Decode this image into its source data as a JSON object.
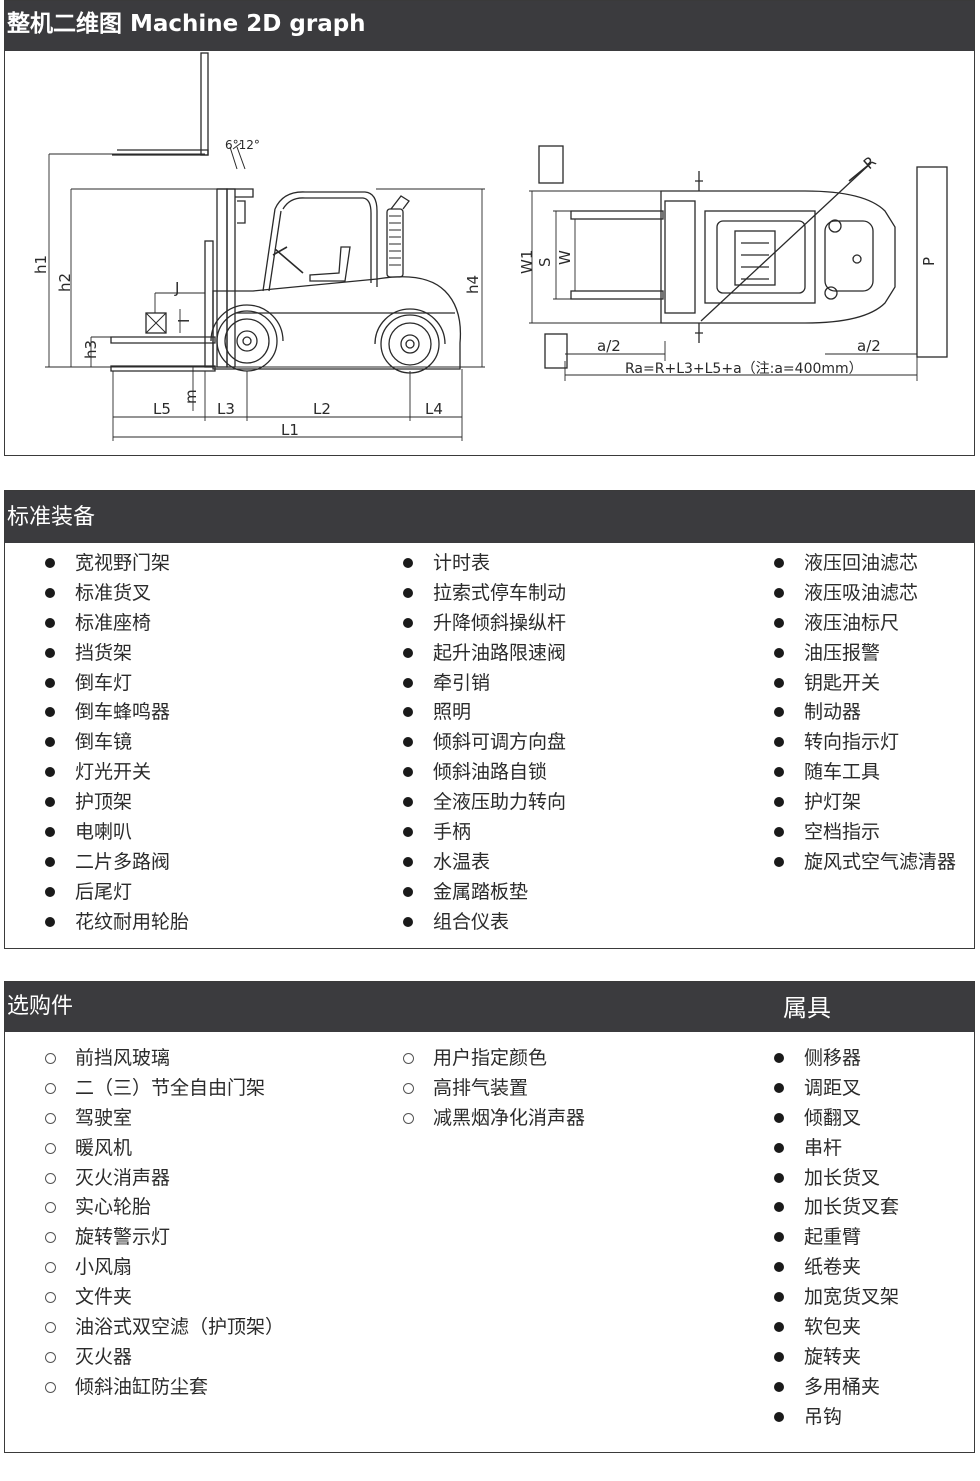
{
  "header": {
    "title": "整机二维图 Machine 2D graph"
  },
  "diagram": {
    "side_labels": [
      "h1",
      "h2",
      "h3",
      "h4",
      "J",
      "I",
      "m",
      "L5",
      "L3",
      "L2",
      "L4",
      "L1"
    ],
    "angle_label": "6°12°",
    "top_labels": [
      "W1",
      "S",
      "W",
      "P",
      "R",
      "a/2",
      "a/2"
    ],
    "ra_formula": "Ra=R+L3+L5+a（注:a=400mm）"
  },
  "standard": {
    "title": "标准装备",
    "col1": [
      "宽视野门架",
      "标准货叉",
      "标准座椅",
      "挡货架",
      "倒车灯",
      "倒车蜂鸣器",
      "倒车镜",
      "灯光开关",
      "护顶架",
      "电喇叭",
      "二片多路阀",
      "后尾灯",
      "花纹耐用轮胎"
    ],
    "col2": [
      "计时表",
      "拉索式停车制动",
      "升降倾斜操纵杆",
      "起升油路限速阀",
      "牵引销",
      "照明",
      "倾斜可调方向盘",
      "倾斜油路自锁",
      "全液压助力转向",
      "手柄",
      "水温表",
      "金属踏板垫",
      "组合仪表"
    ],
    "col3": [
      "液压回油滤芯",
      "液压吸油滤芯",
      "液压油标尺",
      "油压报警",
      "钥匙开关",
      "制动器",
      "转向指示灯",
      "随车工具",
      "护灯架",
      "空档指示",
      "旋风式空气滤清器"
    ]
  },
  "options": {
    "title": "选购件",
    "attachments_title": "属具",
    "col1": [
      "前挡风玻璃",
      "二（三）节全自由门架",
      "驾驶室",
      "暖风机",
      "灭火消声器",
      "实心轮胎",
      "旋转警示灯",
      "小风扇",
      "文件夹",
      "油浴式双空滤（护顶架）",
      "灭火器",
      "倾斜油缸防尘套"
    ],
    "col2": [
      "用户指定颜色",
      "高排气装置",
      "减黑烟净化消声器"
    ],
    "col3": [
      "侧移器",
      "调距叉",
      "倾翻叉",
      "串杆",
      "加长货叉",
      "加长货叉套",
      "起重臂",
      "纸卷夹",
      "加宽货叉架",
      "软包夹",
      "旋转夹",
      "多用桶夹",
      "吊钩"
    ]
  }
}
